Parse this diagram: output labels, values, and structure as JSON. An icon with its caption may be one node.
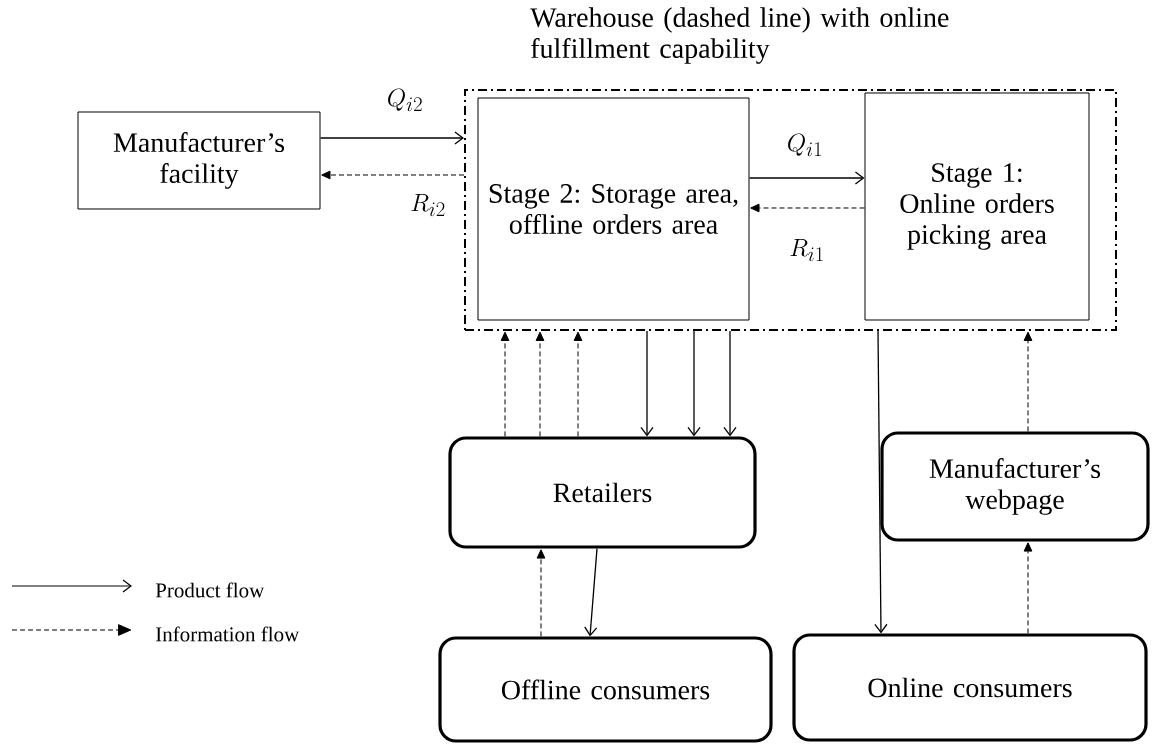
{
  "diagram": {
    "nodes": [
      {
        "text": [
          "Warehouse (dashed line) with online fulfillment capability"
        ]
      },
      {
        "text": [
          "Stage 2: Storage area, offline orders area"
        ],
        "in": 0
      },
      {
        "text": [
          "Stage 1: Online orders picking area"
        ],
        "in": 0
      },
      {
        "text": [
          "Manufacturer’s facility"
        ]
      },
      {
        "text": [
          "Retailers"
        ]
      },
      {
        "text": [
          "Manufacturer’s webpage"
        ]
      },
      {
        "text": [
          "Offline consumers"
        ]
      },
      {
        "text": [
          "Online consumers"
        ]
      }
    ],
    "edges": [
      {
        "from": 3,
        "to": 0,
        "arrow": "to",
        "label": "Q_{i2}"
      },
      {
        "from": 0,
        "to": 3,
        "arrow": "to",
        "label": "R_{i2}",
        "style": "dashed"
      },
      {
        "from": 1,
        "to": 2,
        "arrow": "to",
        "label": "Q_{i1}"
      },
      {
        "from": 2,
        "to": 1,
        "arrow": "to",
        "label": "R_{i1}",
        "style": "dashed"
      },
      {
        "from": 4,
        "to": 0,
        "arrow": "to",
        "style": "dashed"
      },
      {
        "from": 4,
        "to": 0,
        "arrow": "to",
        "style": "dashed"
      },
      {
        "from": 4,
        "to": 0,
        "arrow": "to",
        "style": "dashed"
      },
      {
        "from": 0,
        "to": 4,
        "arrow": "to"
      },
      {
        "from": 0,
        "to": 4,
        "arrow": "to"
      },
      {
        "from": 0,
        "to": 4,
        "arrow": "to"
      },
      {
        "from": 6,
        "to": 4,
        "arrow": "to",
        "style": "dashed"
      },
      {
        "from": 4,
        "to": 6,
        "arrow": "to"
      },
      {
        "from": 0,
        "to": 7,
        "arrow": "to"
      },
      {
        "from": 5,
        "to": 0,
        "arrow": "to",
        "style": "dashed"
      },
      {
        "from": 7,
        "to": 5,
        "arrow": "to",
        "style": "dashed"
      }
    ],
    "legend": [
      {
        "text": "Product flow"
      },
      {
        "text": "Information flow"
      }
    ]
  }
}
